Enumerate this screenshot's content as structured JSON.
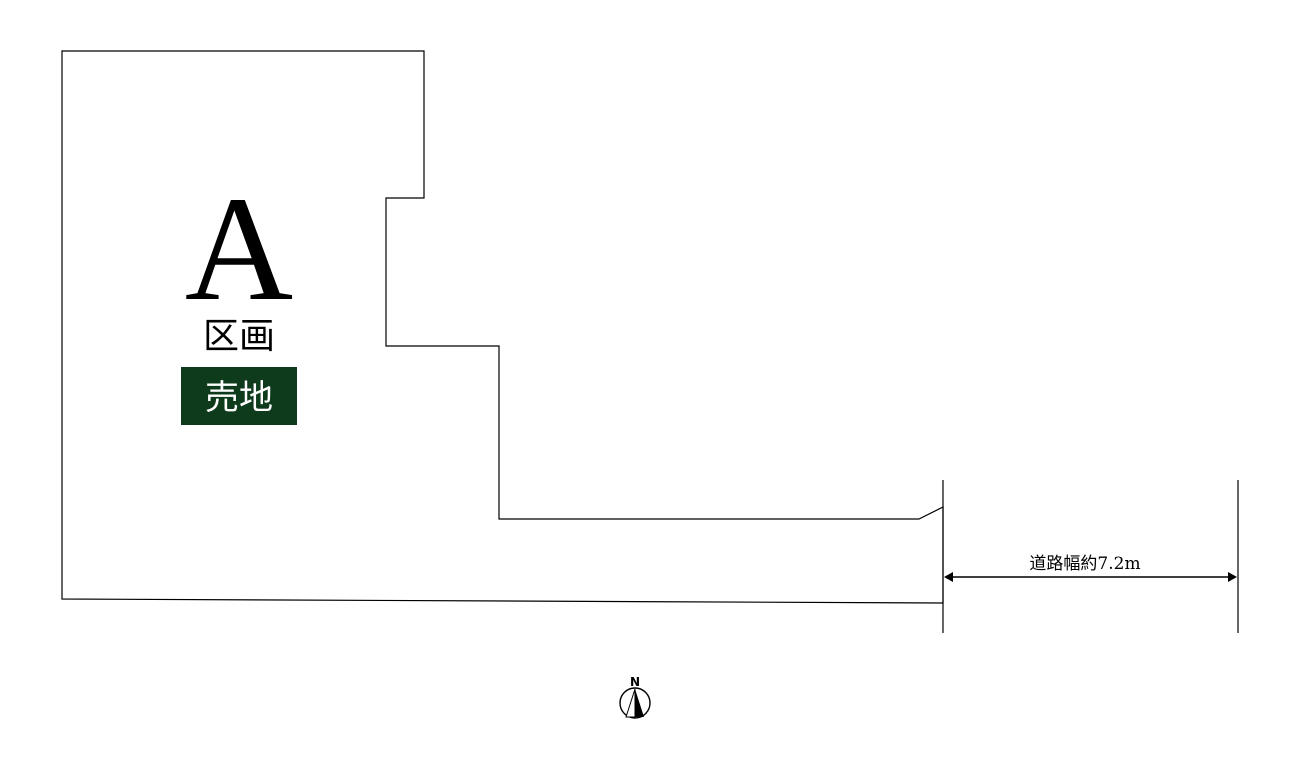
{
  "lot": {
    "letter": "A",
    "kind": "区画",
    "status": "売地"
  },
  "road": {
    "width_label": "道路幅約7.2m"
  },
  "compass": {
    "north_label": "N"
  },
  "colors": {
    "status_badge_bg": "#0f3b1d",
    "status_text": "#ffffff",
    "line": "#000000",
    "background": "#ffffff"
  }
}
